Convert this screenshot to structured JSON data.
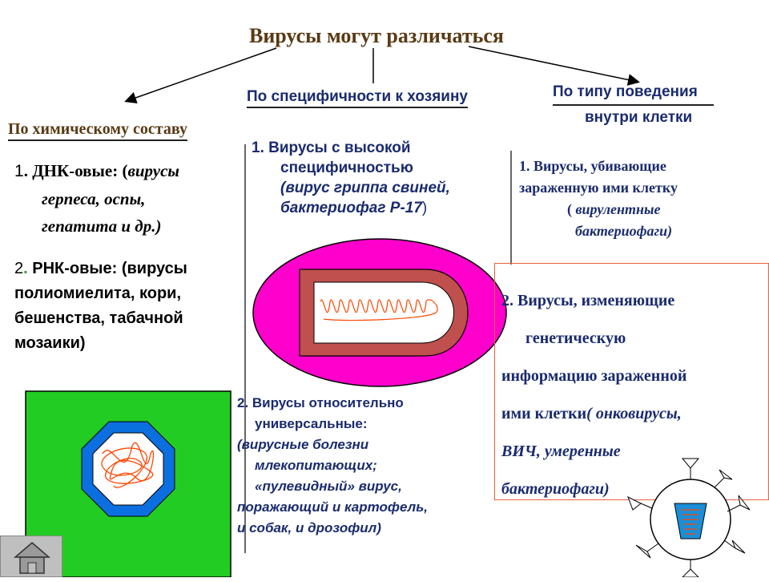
{
  "title": "Вирусы могут различаться",
  "chem": {
    "heading": "По химическому составу",
    "dna_num": "1",
    "dna_line1_a": ". ДНК-овые: (",
    "dna_line1_b": "вирусы",
    "dna_line2": "герпеса, оспы,",
    "dna_line3": "гепатита и др.)",
    "rna_num": "2",
    "rna_dot": ".",
    "rna_line1": " РНК-овые: (вирусы",
    "rna_line2": " полиомиелита, кори,",
    "rna_line3": "бешенства, табачной",
    "rna_line4": "мозаики)"
  },
  "spec": {
    "heading": "По специфичности к хозяину",
    "high_line1": "1. Вирусы с высокой",
    "high_line2": "специфичностью",
    "high_line3": "(вирус гриппа свиней,",
    "high_line4a": "бактериофаг Р-17",
    "high_line4b": ")",
    "univ_line1": "2. Вирусы относительно",
    "univ_line2": "универсальные:",
    "univ_line3": "(вирусные болезни",
    "univ_line4": "млекопитающих;",
    "univ_line5": "«пулевидный» вирус,",
    "univ_line6": "поражающий и картофель,",
    "univ_line7": "и собак, и дрозофил)"
  },
  "behavior": {
    "heading_line1": "По типу поведения",
    "heading_line2": "внутри клетки",
    "kill_line1": "1. Вирусы, убивающие",
    "kill_line2": "зараженную ими клетку",
    "kill_line3a": "( ",
    "kill_line3b": "вирулентные",
    "kill_line4": "бактериофаги)",
    "mod_line1": " 2. Вирусы, изменяющие",
    "mod_line2": "генетическую",
    "mod_line3": "информацию зараженной",
    "mod_line4a": "ими клетки",
    "mod_line4b": "( онковирусы,",
    "mod_line5": "ВИЧ, умеренные",
    "mod_line6": "бактериофаги)"
  },
  "colors": {
    "title": "#5a3a14",
    "headings": "#1a2b6e",
    "green_cell": "#22cc22",
    "blue_capsid": "#0b6fe0",
    "magenta_cell": "#ff00cc",
    "bullet_virus": "#c0504d",
    "genome": "#ff4500"
  }
}
